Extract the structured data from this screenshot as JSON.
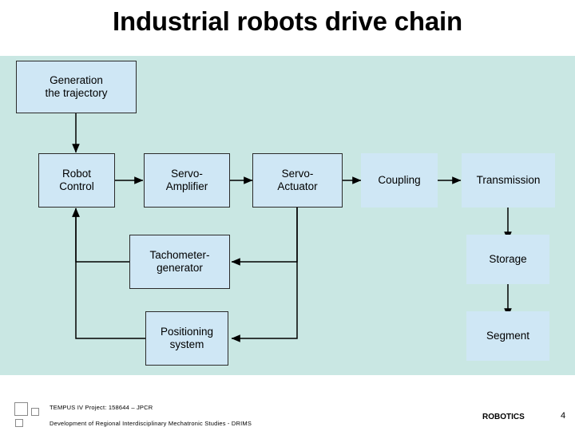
{
  "slide": {
    "title": "Industrial robots drive chain",
    "background_color": "#c9e7e3",
    "box_fill_color": "#cfe7f5",
    "box_border_color": "#2b2b2b"
  },
  "blocks": [
    {
      "id": "generation",
      "label": "Generation\nthe trajectory",
      "text_line1": "Generation",
      "text_line2": "the trajectory",
      "bordered": true
    },
    {
      "id": "robot-control",
      "label": "Robot\nControl",
      "text_line1": "Robot",
      "text_line2": "Control",
      "bordered": true
    },
    {
      "id": "servo-amplifier",
      "label": "Servo-\nAmplifier",
      "text_line1": "Servo-",
      "text_line2": "Amplifier",
      "bordered": true
    },
    {
      "id": "servo-actuator",
      "label": "Servo-\nActuator",
      "text_line1": "Servo-",
      "text_line2": "Actuator",
      "bordered": true
    },
    {
      "id": "coupling",
      "label": "Coupling",
      "bordered": false
    },
    {
      "id": "transmission",
      "label": "Transmission",
      "bordered": false
    },
    {
      "id": "tachometer-generator",
      "label": "Tachometer-\ngenerator",
      "text_line1": "Tachometer-",
      "text_line2": "generator",
      "bordered": true
    },
    {
      "id": "storage",
      "label": "Storage",
      "bordered": false
    },
    {
      "id": "positioning-system",
      "label": "Positioning\nsystem",
      "text_line1": "Positioning",
      "text_line2": "system",
      "bordered": true
    },
    {
      "id": "segment",
      "label": "Segment",
      "bordered": false
    }
  ],
  "footer": {
    "line1": "TEMPUS IV Project: 158644 – JPCR",
    "line2": "Development of Regional Interdisciplinary Mechatronic Studies - DRIMS",
    "brand": "ROBOTICS",
    "page_number": "4"
  }
}
